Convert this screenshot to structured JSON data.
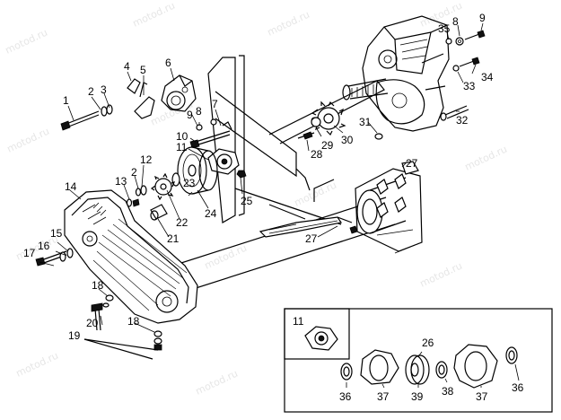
{
  "watermark": "motod.ru",
  "callouts": {
    "c1": "1",
    "c2a": "2",
    "c2b": "2",
    "c3": "3",
    "c4": "4",
    "c5": "5",
    "c6": "6",
    "c7": "7",
    "c8a": "8",
    "c8b": "8",
    "c9a": "9",
    "c9b": "9",
    "c10": "10",
    "c11a": "11",
    "c11b": "11",
    "c12": "12",
    "c13": "13",
    "c14": "14",
    "c15": "15",
    "c16": "16",
    "c17": "17",
    "c18a": "18",
    "c18b": "18",
    "c19": "19",
    "c20": "20",
    "c21": "21",
    "c22": "22",
    "c23": "23",
    "c24": "24",
    "c25": "25",
    "c26": "26",
    "c27a": "27",
    "c27b": "27",
    "c28": "28",
    "c29": "29",
    "c30": "30",
    "c31": "31",
    "c32": "32",
    "c33": "33",
    "c34": "34",
    "c35": "35",
    "c36a": "36",
    "c36b": "36",
    "c37a": "37",
    "c37b": "37",
    "c38": "38",
    "c39": "39"
  }
}
